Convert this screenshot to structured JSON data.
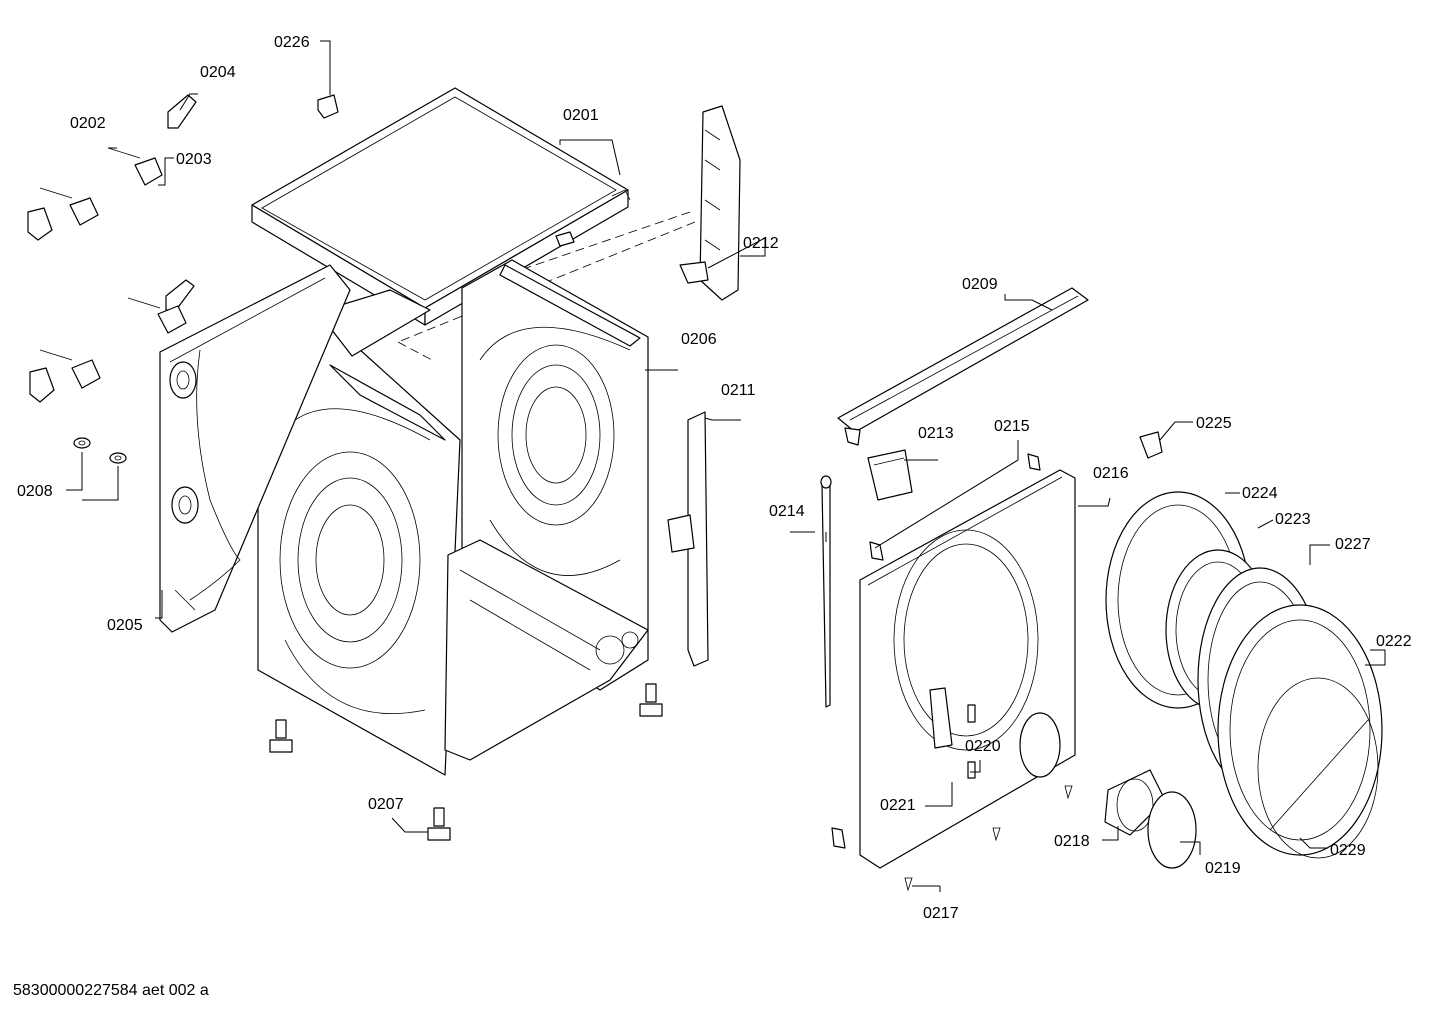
{
  "diagram": {
    "labels": {
      "p0201": "0201",
      "p0202": "0202",
      "p0203": "0203",
      "p0204": "0204",
      "p0205": "0205",
      "p0206": "0206",
      "p0207": "0207",
      "p0208": "0208",
      "p0209": "0209",
      "p0211": "0211",
      "p0212": "0212",
      "p0213": "0213",
      "p0214": "0214",
      "p0215": "0215",
      "p0216": "0216",
      "p0217": "0217",
      "p0218": "0218",
      "p0219": "0219",
      "p0220": "0220",
      "p0221": "0221",
      "p0222": "0222",
      "p0223": "0223",
      "p0224": "0224",
      "p0225": "0225",
      "p0226": "0226",
      "p0227": "0227",
      "p0229": "0229"
    },
    "footer_code": "58300000227584 aet 002 a"
  }
}
